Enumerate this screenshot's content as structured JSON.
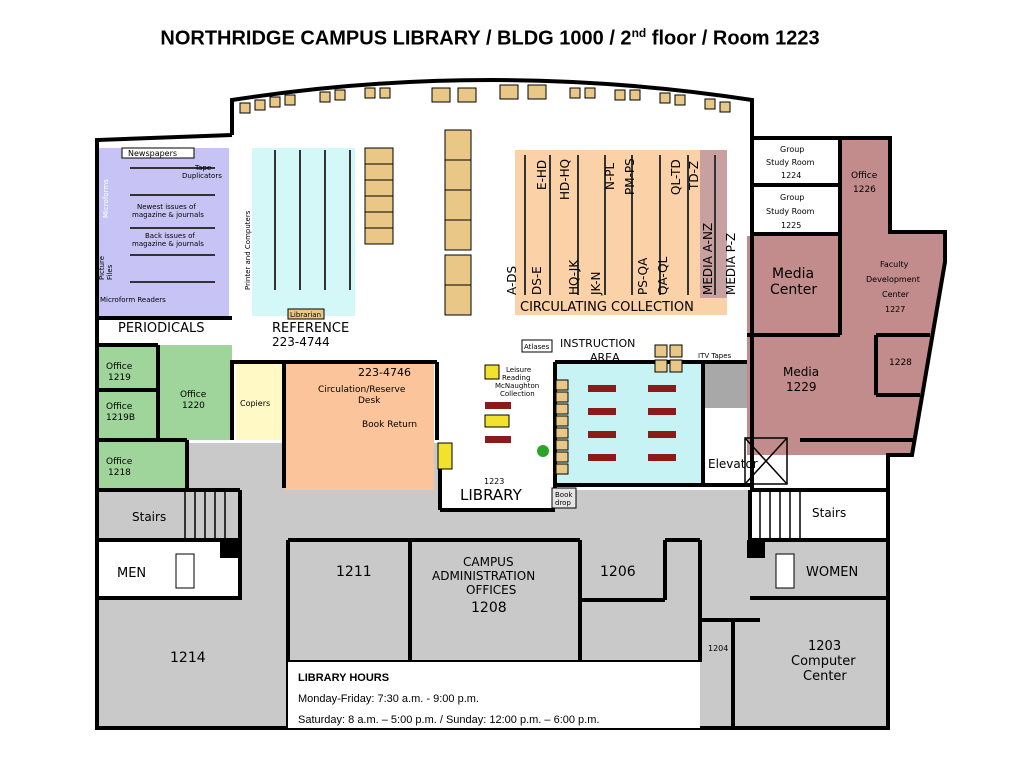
{
  "title": {
    "pre": "NORTHRIDGE CAMPUS LIBRARY / BLDG 1000 / 2",
    "sup": "nd",
    "post": " floor / Room 1223"
  },
  "colors": {
    "periodicals": "#c7c4f5",
    "reference": "#d4f7f7",
    "circulating": "#fbd2a7",
    "circulation_desk": "#fbc49a",
    "instruction": "#c8f3f5",
    "offices_green": "#9fd49a",
    "media": "#c28b8c",
    "copiers": "#fff9c5",
    "corridor": "#c9c9c9",
    "wall": "#000000"
  },
  "periodicals": {
    "name": "PERIODICALS",
    "newspapers": "Newspapers",
    "tape_duplicators": [
      "Tape",
      "Duplicators"
    ],
    "microforms": "Microforms",
    "newest": [
      "Newest issues of",
      "magazine & journals"
    ],
    "back": [
      "Back issues of",
      "magazine & journals"
    ],
    "picture_files": [
      "Picture",
      "Files"
    ],
    "microform_readers": "Microform Readers"
  },
  "reference": {
    "name": "REFERENCE",
    "phone": "223-4744",
    "librarian": "Librarian",
    "printer": "Printer and Computers"
  },
  "circulating": {
    "name": "CIRCULATING  COLLECTION",
    "ranges": [
      "A-DS",
      "DS-E",
      "E-HD",
      "HD-HQ",
      "HQ-JK",
      "JK-N",
      "N-PL",
      "PM-PS",
      "PS-QA",
      "QA-QL",
      "QL-TD",
      "TD-Z",
      "MEDIA A-NZ",
      "MEDIA P-Z"
    ]
  },
  "rooms": {
    "group1224": [
      "Group",
      "Study Room",
      "1224"
    ],
    "group1225": [
      "Group",
      "Study Room",
      "1225"
    ],
    "office1226": [
      "Office",
      "1226"
    ],
    "media_center": [
      "Media",
      "Center"
    ],
    "faculty": [
      "Faculty",
      "Development",
      "Center",
      "1227"
    ],
    "media1229": [
      "Media",
      "1229"
    ],
    "r1228": "1228",
    "itv_tapes": "ITV Tapes",
    "elevator": "Elevator",
    "office1219": [
      "Office",
      "1219"
    ],
    "office1219b": [
      "Office",
      "1219B"
    ],
    "office1218": [
      "Office",
      "1218"
    ],
    "office1220": [
      "Office",
      "1220"
    ],
    "copiers": "Copiers",
    "circ_phone": "223-4746",
    "circ_desk": [
      "Circulation/Reserve",
      "Desk"
    ],
    "book_return": "Book Return",
    "atlases": "Atlases",
    "instruction": [
      "INSTRUCTION",
      "AREA"
    ],
    "leisure": [
      "Leisure",
      "Reading",
      "McNaughton",
      "Collection"
    ],
    "library_num": "1223",
    "library": "LIBRARY",
    "book_drop": [
      "Book",
      "drop"
    ],
    "stairs_left": "Stairs",
    "stairs_right": "Stairs",
    "men": "MEN",
    "women": "WOMEN",
    "r1211": "1211",
    "campus_admin": [
      "CAMPUS",
      "ADMINISTRATION",
      "OFFICES",
      "1208"
    ],
    "r1206": "1206",
    "r1214": "1214",
    "r1204": "1204",
    "r1203": [
      "1203",
      "Computer",
      "Center"
    ]
  },
  "hours": {
    "heading": "LIBRARY HOURS",
    "weekday": "Monday-Friday:  7:30 a.m.  -  9:00 p.m.",
    "weekend": "Saturday:  8 a.m.  –  5:00 p.m.   /    Sunday: 12:00 p.m.  –  6:00 p.m."
  }
}
